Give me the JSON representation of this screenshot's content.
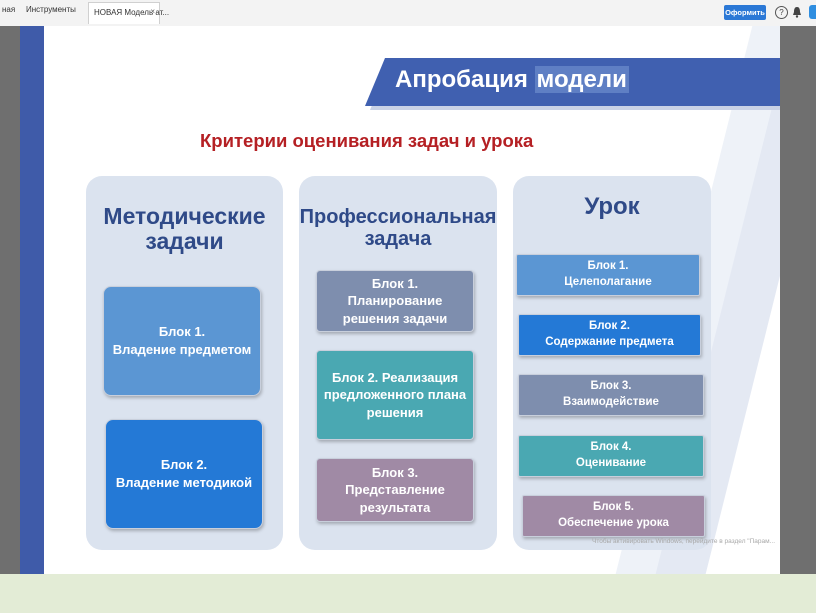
{
  "tabs": [
    {
      "label": "ная"
    },
    {
      "label": "Инструменты"
    },
    {
      "label": "НОВАЯ Модель ат...",
      "close": "×"
    }
  ],
  "toolbar": {
    "design_label": "Оформить",
    "help_glyph": "?"
  },
  "icons": [
    "help-icon",
    "bell-icon",
    "edge-icon"
  ],
  "colors": {
    "accent_blue": "#3f5ba9",
    "title_red": "#b52024",
    "panel_bg": "#dbe3ef",
    "head_text": "#2f4a88"
  },
  "slide": {
    "title_main": "Апробация",
    "title_highlight": "модели",
    "subtitle": "Критерии оценивания задач и урока",
    "columns": [
      {
        "heading": [
          "Методические",
          "задачи"
        ],
        "blocks": [
          {
            "l1": "Блок 1.",
            "l2": "Владение предметом"
          },
          {
            "l1": "Блок 2.",
            "l2": "Владение методикой"
          }
        ]
      },
      {
        "heading": [
          "Профессиональная",
          "задача"
        ],
        "blocks": [
          {
            "l1": "Блок 1. Планирование",
            "l2": "решения задачи"
          },
          {
            "l1": "Блок 2. Реализация",
            "l2": "предложенного плана",
            "l3": "решения"
          },
          {
            "l1": "Блок 3. Представление",
            "l2": "результата"
          }
        ]
      },
      {
        "heading": [
          "Урок"
        ],
        "blocks": [
          {
            "l1": "Блок 1.",
            "l2": "Целеполагание"
          },
          {
            "l1": "Блок 2.",
            "l2": "Содержание предмета"
          },
          {
            "l1": "Блок 3.",
            "l2": "Взаимодействие"
          },
          {
            "l1": "Блок 4.",
            "l2": "Оценивание"
          },
          {
            "l1": "Блок 5.",
            "l2": "Обеспечение урока"
          }
        ]
      }
    ],
    "watermark": "Чтобы активировать Windows, перейдите в раздел \"Парам..."
  }
}
